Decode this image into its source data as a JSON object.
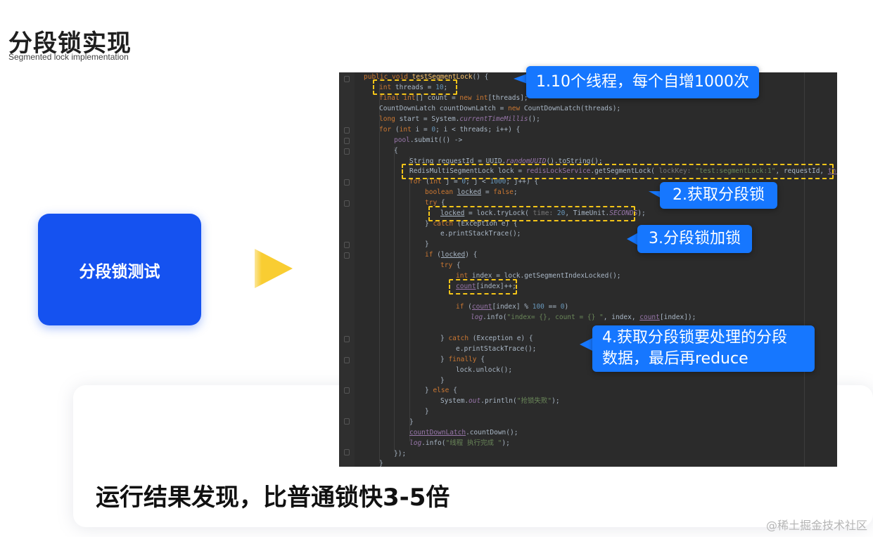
{
  "title": "分段锁实现",
  "subtitle": "Segmented lock implementation",
  "test_box_label": "分段锁测试",
  "result_text": "运行结果发现，比普通锁快3-5倍",
  "watermark": "@稀土掘金技术社区",
  "callouts": [
    "1.10个线程，每个自增1000次",
    "2.获取分段锁",
    "3.分段锁加锁",
    "4.获取分段锁要处理的分段",
    "数据，最后再reduce"
  ],
  "code": {
    "l1_kw": "public void ",
    "l1_fn": "testSegmentLock",
    "l1_rest": "() {",
    "l2_kw": "int ",
    "l2_var": "threads = ",
    "l2_num": "10",
    "l2_end": ";",
    "l3_kw": "final int",
    "l3_mid": "[] count = ",
    "l3_kw2": "new int",
    "l3_end": "[threads];",
    "l4": "CountDownLatch countDownLatch = ",
    "l4_kw": "new ",
    "l4_end": "CountDownLatch(threads);",
    "l5_kw": "long ",
    "l5_mid": "start = System.",
    "l5_it": "currentTimeMillis",
    "l5_end": "();",
    "l6_kw": "for ",
    "l6_a": "(",
    "l6_kw2": "int ",
    "l6_b": "i = ",
    "l6_num": "0",
    "l6_c": "; i < threads; i++) {",
    "l7_a": "pool",
    "l7_b": ".submit(() ->",
    "l8": "{",
    "l9_a": "String requestId = UUID.",
    "l9_it": "randomUUID",
    "l9_b": "().toString();",
    "l10_a": "RedisMultiSegmentLock lock = ",
    "l10_b": "redisLockService",
    "l10_c": ".getSegmentLock( ",
    "l10_hint": "lockKey: ",
    "l10_str": "\"test:segmentLock:1\"",
    "l10_d": ", requestId, ",
    "l10_e": "threads",
    "l10_f": ");",
    "l11_kw": "for ",
    "l11_a": "(",
    "l11_kw2": "int ",
    "l11_b": "j = ",
    "l11_num": "0",
    "l11_c": "; j < ",
    "l11_num2": "1000",
    "l11_d": "; j++) {",
    "l12_kw": "boolean ",
    "l12_a": "locked",
    "l12_b": " = ",
    "l12_kw2": "false",
    "l12_c": ";",
    "l13_kw": "try ",
    "l13_a": "{",
    "l14_a": "locked",
    "l14_b": " = lock.tryLock( ",
    "l14_hint": "time: ",
    "l14_num": "20",
    "l14_c": ", TimeUnit.",
    "l14_it": "SECONDS",
    "l14_d": ");",
    "l15_a": "} ",
    "l15_kw": "catch ",
    "l15_b": "(Exception e) {",
    "l16": "e.printStackTrace();",
    "l17": "}",
    "l18_kw": "if ",
    "l18_a": "(",
    "l18_b": "locked",
    "l18_c": ") {",
    "l19_kw": "try ",
    "l19_a": "{",
    "l20_kw": "int ",
    "l20_a": "index = lock.getSegmentIndexLocked();",
    "l21_a": "count",
    "l21_b": "[index]++;",
    "l22_kw": "if ",
    "l22_a": "(",
    "l22_b": "count",
    "l22_c": "[index] % ",
    "l22_num": "100",
    "l22_d": " == ",
    "l22_num2": "0",
    "l22_e": ")",
    "l23_it": "log",
    "l23_a": ".info(",
    "l23_str": "\"index= {}, count = {} \"",
    "l23_b": ", index, ",
    "l23_c": "count",
    "l23_d": "[index]);",
    "l24_a": "} ",
    "l24_kw": "catch ",
    "l24_b": "(Exception e) {",
    "l25": "e.printStackTrace();",
    "l26_a": "} ",
    "l26_kw": "finally ",
    "l26_b": "{",
    "l27": "lock.unlock();",
    "l28": "}",
    "l29_a": "} ",
    "l29_kw": "else ",
    "l29_b": "{",
    "l30_a": "System.",
    "l30_it": "out",
    "l30_b": ".println(",
    "l30_str": "\"抢锁失败\"",
    "l30_c": ");",
    "l31": "}",
    "l32": "}",
    "l33_a": "countDownLatch",
    "l33_b": ".countDown();",
    "l34_it": "log",
    "l34_a": ".info(",
    "l34_str": "\"线程 执行完成 \"",
    "l34_b": ");",
    "l35": "});",
    "l36": "}"
  }
}
